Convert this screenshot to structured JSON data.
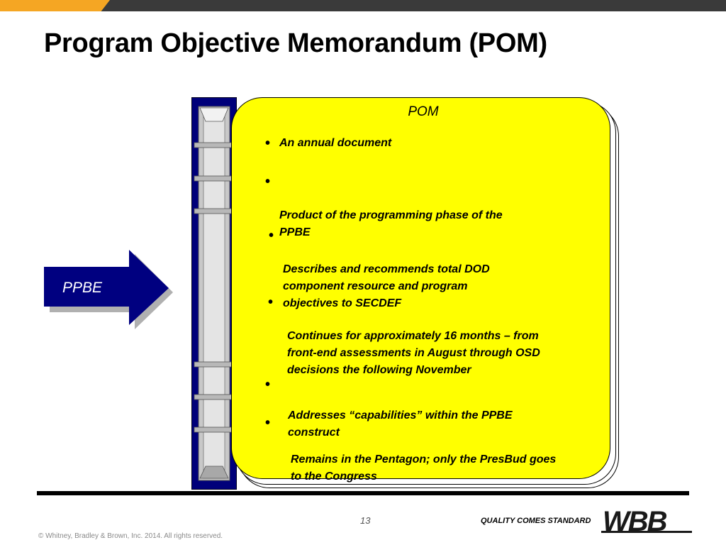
{
  "header": {
    "title": "Program Objective Memorandum (POM)"
  },
  "arrow": {
    "label": "PPBE"
  },
  "card": {
    "title": "POM",
    "bullets": [
      "An annual document",
      "Product of the programming phase of the\nPPBE",
      "Describes and recommends total DOD\ncomponent resource and program\nobjectives to SECDEF",
      "Continues for approximately 16 months – from\nfront-end assessments in August through OSD\ndecisions the following November",
      "Addresses “capabilities” within the PPBE\nconstruct",
      "Remains in the Pentagon; only the PresBud goes\nto the Congress"
    ]
  },
  "footer": {
    "page_number": "13",
    "tagline": "QUALITY COMES STANDARD",
    "logo": "WBB",
    "copyright": "© Whitney, Bradley & Brown, Inc. 2014. All rights reserved."
  },
  "colors": {
    "accent": "#f5a623",
    "card": "#ffff00",
    "arrow": "#000080",
    "binder": "#00007a"
  }
}
